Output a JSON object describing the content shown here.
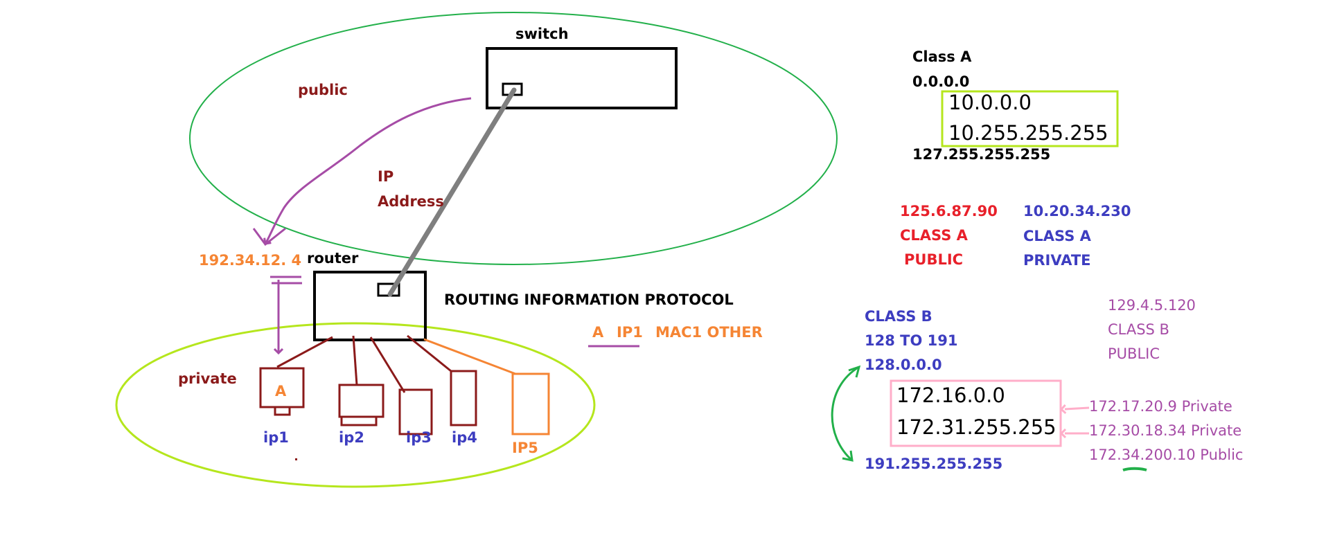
{
  "colors": {
    "ellipse_public": "#22b04a",
    "ellipse_private": "#b5e61d",
    "maroon": "#8b1a1a",
    "orange": "#f58534",
    "blue": "#3d3dc0",
    "red": "#e8202a",
    "purple": "#a64ca6",
    "pink": "#ffaec9",
    "lime_box": "#b5e61d",
    "green_arrow": "#22b04a",
    "cable_gray": "#7f7f7f"
  },
  "network": {
    "switch_label": "switch",
    "public_label": "public",
    "ip_address_label_1": "IP",
    "ip_address_label_2": "Address",
    "router_ip": "192.34.12. 4",
    "router_label": "router",
    "protocol_label": "ROUTING INFORMATION PROTOCOL",
    "private_label": "private",
    "device_a_letter": "A",
    "hosts": [
      "ip1",
      "ip2",
      "ip3",
      "ip4",
      "IP5"
    ],
    "table_row": {
      "col_a": "A",
      "col_ip": "IP1",
      "col_mac": "MAC1 OTHER"
    }
  },
  "class_a": {
    "title": "Class A",
    "start": "0.0.0.0",
    "private_start": "10.0.0.0",
    "private_end": "10.255.255.255",
    "end": "127.255.255.255",
    "example_public": {
      "ip": "125.6.87.90",
      "class": "CLASS A",
      "type": "PUBLIC"
    },
    "example_private": {
      "ip": "10.20.34.230",
      "class": "CLASS A",
      "type": "PRIVATE"
    }
  },
  "class_b": {
    "title": "CLASS B",
    "range": "128 TO 191",
    "start": "128.0.0.0",
    "private_start": "172.16.0.0",
    "private_end": "172.31.255.255",
    "end": "191.255.255.255",
    "example": {
      "ip": "129.4.5.120",
      "class": "CLASS B",
      "type": "PUBLIC"
    },
    "checks": [
      "172.17.20.9 Private",
      "172.30.18.34 Private",
      "172.34.200.10 Public"
    ]
  }
}
